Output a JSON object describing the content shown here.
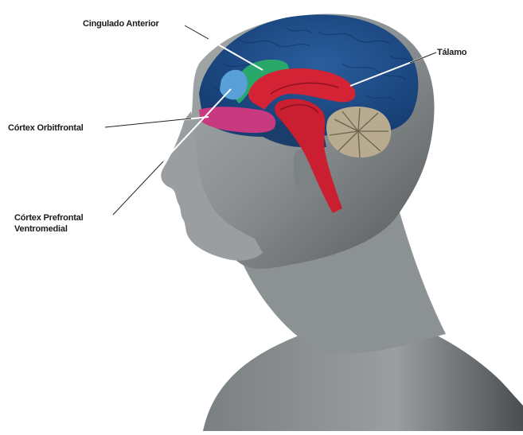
{
  "labels": {
    "cingulado": "Cingulado Anterior",
    "talamo": "Tálamo",
    "orbitofrontal": "Córtex Orbitfrontal",
    "prefrontal_line1": "Córtex Prefrontal",
    "prefrontal_line2": "Ventromedial"
  },
  "colors": {
    "background": "#ffffff",
    "cortex": "#1d4f8f",
    "cingulate": "#2aa86a",
    "thalamus": "#d42335",
    "orbitofrontal": "#c8397f",
    "prefrontal": "#5aa0d8",
    "cerebellum": "#b8ab90",
    "skin": "#8f9496"
  }
}
